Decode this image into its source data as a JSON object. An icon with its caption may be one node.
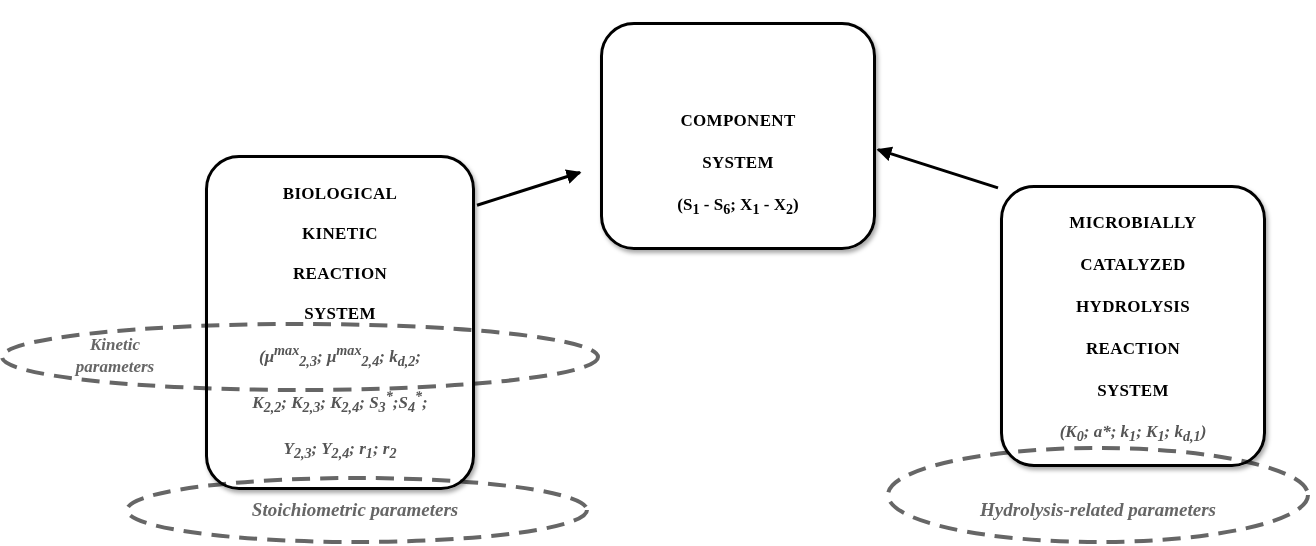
{
  "diagram": {
    "nodes": [
      {
        "text": [
          "COMPONENT SYSTEM",
          "(S$_{1}$ - S$_{6}$; X$_{1}$ - X$_{2}$)"
        ]
      },
      {
        "text": [
          "BIOLOGICAL KINETIC REACTION SYSTEM",
          "(μ$^{max}$$_{2,3}$; μ$^{max}$$_{2,4}$; k$_{d,2}$; K$_{2,2}$; K$_{2,3}$; K$_{2,4}$; S$_{3}$$^{*}$;S$_{4}$$^{*}$; Y$_{2,3}$; Y$_{2,4}$; r$_{1}$; r$_{2}$"
        ]
      },
      {
        "text": [
          "MICROBIALLY CATALYZED HYDROLYSIS REACTION SYSTEM",
          "(K$_{0}$; a*; k$_{1}$; K$_{1}$; k$_{d,1}$)"
        ]
      },
      {
        "text": [
          "Kinetic parameters"
        ]
      },
      {
        "text": [
          "Stoichiometric parameters"
        ]
      },
      {
        "text": [
          "Hydrolysis-related parameters"
        ]
      }
    ],
    "edges": [
      {
        "from": 1,
        "to": 0,
        "arrow": "to"
      },
      {
        "from": 2,
        "to": 0,
        "arrow": "to"
      }
    ]
  }
}
